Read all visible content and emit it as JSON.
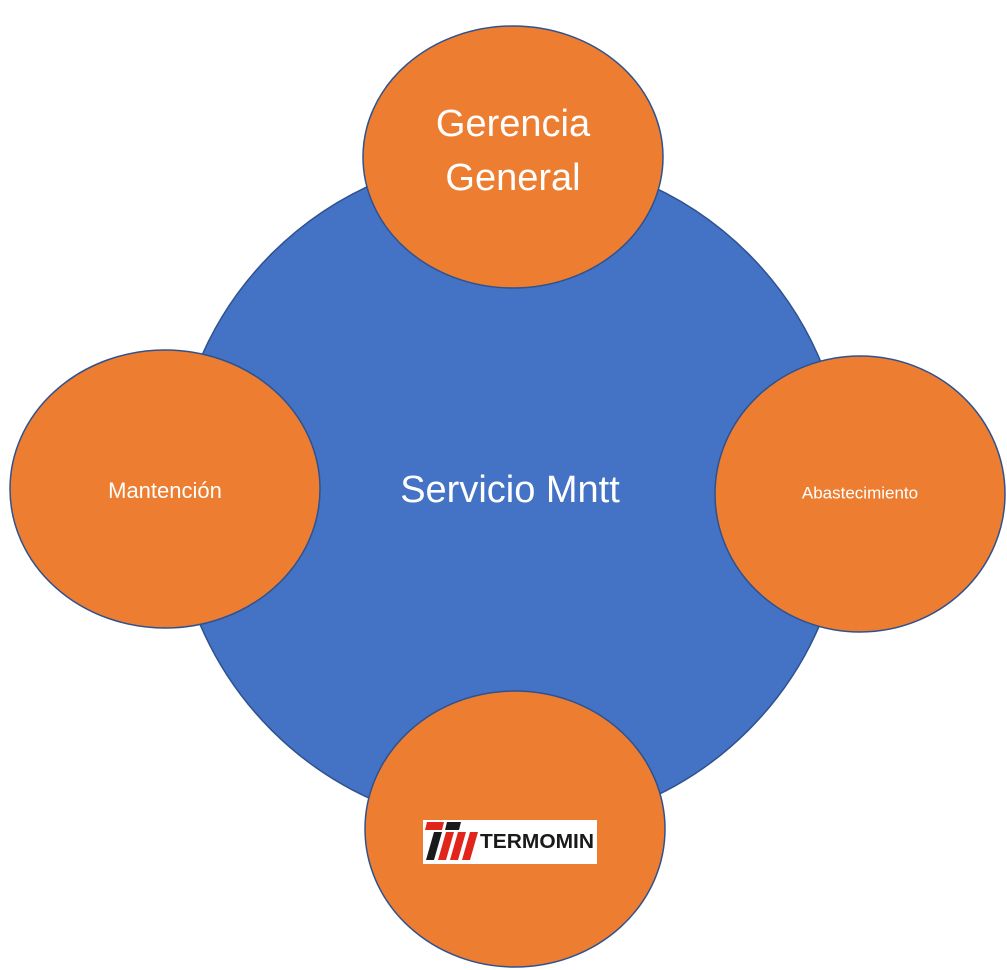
{
  "colors": {
    "hub_fill": "#4472C4",
    "hub_stroke": "#2F528F",
    "node_fill": "#ED7D31",
    "node_stroke": "#2F528F",
    "text": "#FFFFFF",
    "logo_red": "#E1251B",
    "logo_black": "#1A1A1A",
    "logo_bg": "#FFFFFF"
  },
  "hub": {
    "label": "Servicio Mntt"
  },
  "nodes": {
    "top": {
      "line1": "Gerencia",
      "line2": "General"
    },
    "left": {
      "label": "Mantención"
    },
    "right": {
      "label": "Abastecimiento"
    },
    "bottom": {
      "logo_text": "TERMOMIN",
      "logo_icon": "termomin-logo-icon"
    }
  }
}
